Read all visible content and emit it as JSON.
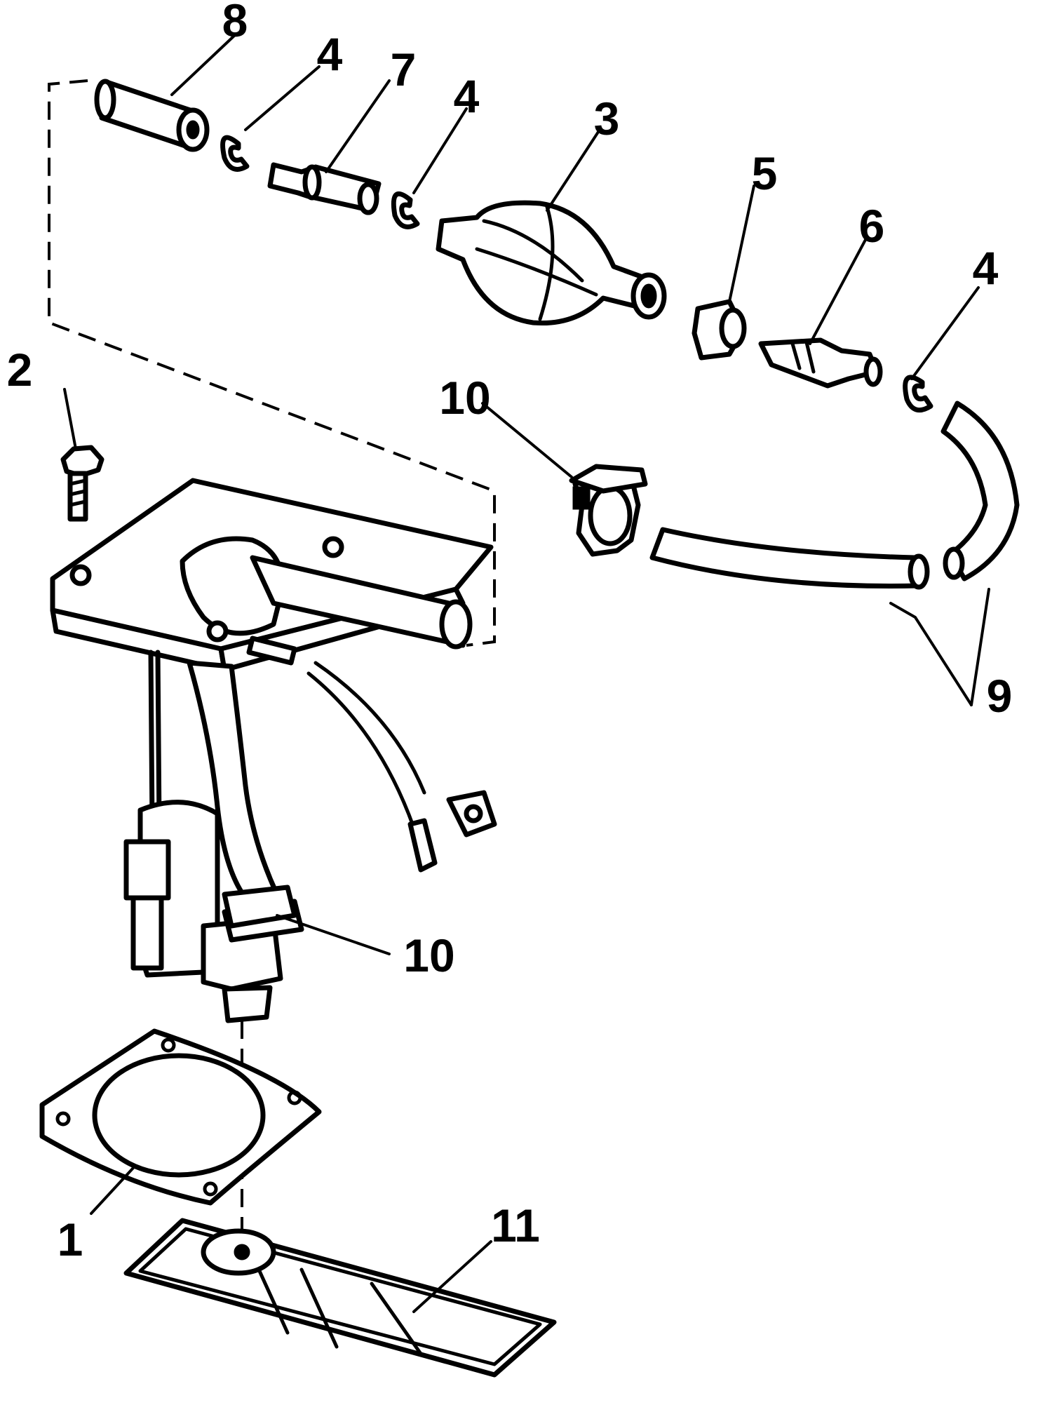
{
  "labels": {
    "part1": "1",
    "part2": "2",
    "part3": "3",
    "part4a": "4",
    "part4b": "4",
    "part4c": "4",
    "part5": "5",
    "part6": "6",
    "part7": "7",
    "part8": "8",
    "part9": "9",
    "part10a": "10",
    "part10b": "10",
    "part11": "11"
  },
  "colors": {
    "ink": "#000000",
    "paper": "#ffffff"
  }
}
